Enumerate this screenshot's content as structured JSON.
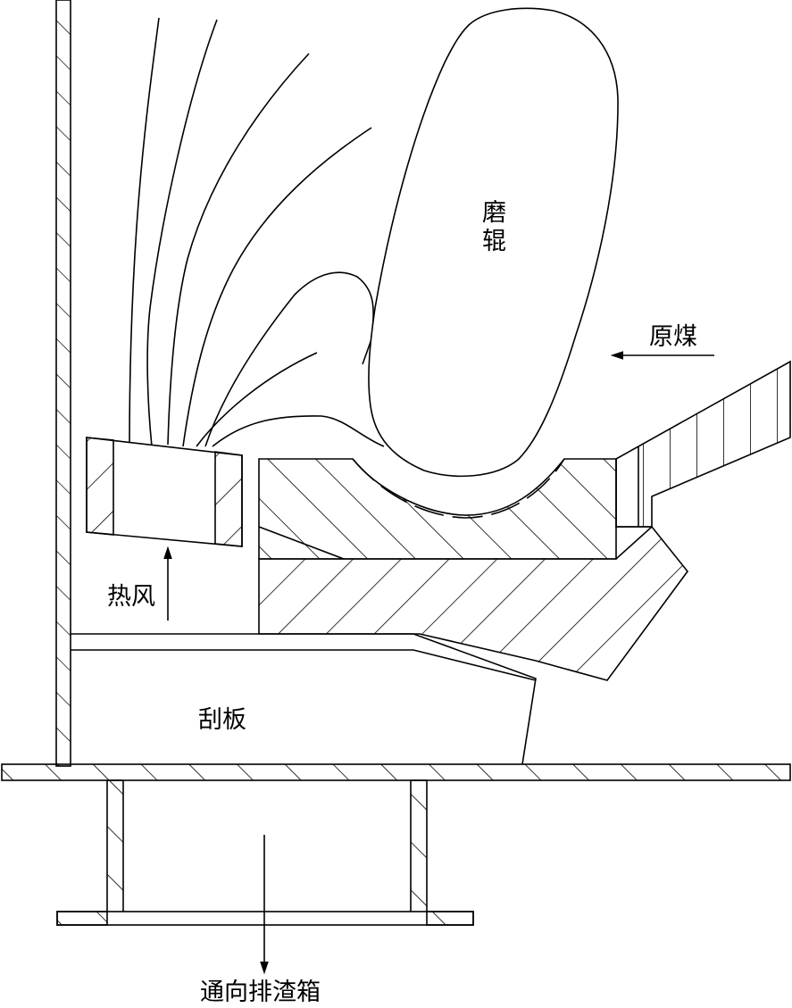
{
  "labels": {
    "roller_line1": "磨",
    "roller_line2": "辊",
    "raw_coal": "原煤",
    "hot_air": "热风",
    "scraper": "刮板",
    "to_slag_box": "通向排渣箱"
  },
  "colors": {
    "stroke": "#000000",
    "background": "#ffffff"
  }
}
